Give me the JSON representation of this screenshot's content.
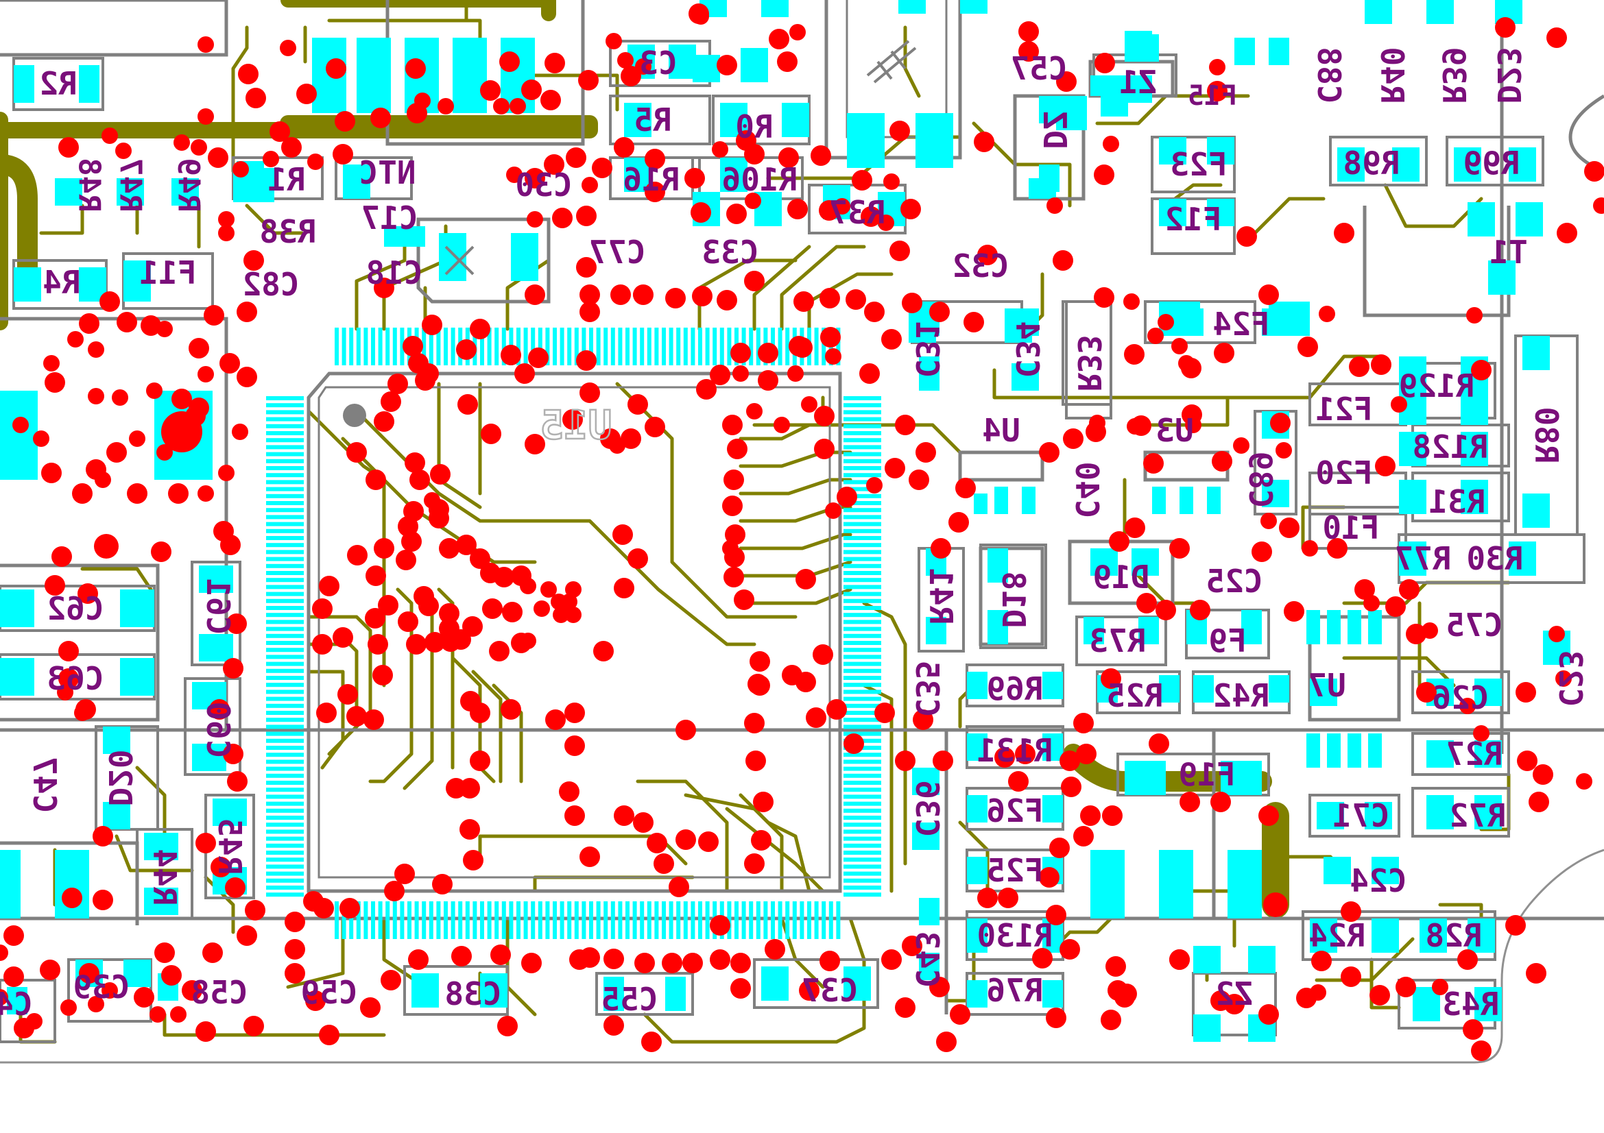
{
  "board": {
    "colors": {
      "background": "#ffffff",
      "trace": "#808000",
      "pad": "#00ffff",
      "via": "#ff0000",
      "silkscreen": "#808080",
      "designator": "#7a0f7a"
    }
  },
  "ic": {
    "designator": "U15"
  },
  "components": [
    {
      "id": "R2",
      "text": "R2"
    },
    {
      "id": "C3",
      "text": "C3"
    },
    {
      "id": "R5",
      "text": "R5"
    },
    {
      "id": "R0",
      "text": "R0"
    },
    {
      "id": "C57",
      "text": "C57"
    },
    {
      "id": "Z1",
      "text": "Z1"
    },
    {
      "id": "DZ",
      "text": "DZ"
    },
    {
      "id": "F15",
      "text": "F15"
    },
    {
      "id": "C88",
      "text": "C88"
    },
    {
      "id": "R40",
      "text": "R40"
    },
    {
      "id": "R39",
      "text": "R39"
    },
    {
      "id": "D23",
      "text": "D23"
    },
    {
      "id": "NTC",
      "text": "NTC"
    },
    {
      "id": "R1",
      "text": "R1"
    },
    {
      "id": "C30",
      "text": "C30"
    },
    {
      "id": "R16",
      "text": "R16"
    },
    {
      "id": "R106",
      "text": "R106"
    },
    {
      "id": "F23",
      "text": "F23"
    },
    {
      "id": "R98",
      "text": "R98"
    },
    {
      "id": "R99",
      "text": "R99"
    },
    {
      "id": "R48",
      "text": "R48"
    },
    {
      "id": "R47",
      "text": "R47"
    },
    {
      "id": "R49",
      "text": "R49"
    },
    {
      "id": "C17",
      "text": "C17"
    },
    {
      "id": "R38",
      "text": "R38"
    },
    {
      "id": "R37",
      "text": "R37"
    },
    {
      "id": "F12",
      "text": "F12"
    },
    {
      "id": "T1",
      "text": "T1"
    },
    {
      "id": "C18",
      "text": "C18"
    },
    {
      "id": "C77",
      "text": "C77"
    },
    {
      "id": "C33",
      "text": "C33"
    },
    {
      "id": "C32",
      "text": "C32"
    },
    {
      "id": "R4",
      "text": "R4"
    },
    {
      "id": "F11",
      "text": "F11"
    },
    {
      "id": "C82",
      "text": "C82"
    },
    {
      "id": "F24",
      "text": "F24"
    },
    {
      "id": "C31",
      "text": "C31"
    },
    {
      "id": "C34",
      "text": "C34"
    },
    {
      "id": "R33",
      "text": "R33"
    },
    {
      "id": "R129",
      "text": "R129"
    },
    {
      "id": "F21",
      "text": "F21"
    },
    {
      "id": "R128",
      "text": "R128"
    },
    {
      "id": "R80",
      "text": "R80"
    },
    {
      "id": "U4",
      "text": "U4"
    },
    {
      "id": "U3",
      "text": "U3"
    },
    {
      "id": "C40",
      "text": "C40"
    },
    {
      "id": "C89",
      "text": "C89"
    },
    {
      "id": "F20",
      "text": "F20"
    },
    {
      "id": "R31",
      "text": "R31"
    },
    {
      "id": "F10",
      "text": "F10"
    },
    {
      "id": "R41",
      "text": "R41"
    },
    {
      "id": "D18",
      "text": "D18"
    },
    {
      "id": "D19",
      "text": "D19"
    },
    {
      "id": "C25",
      "text": "C25"
    },
    {
      "id": "R30",
      "text": "R30"
    },
    {
      "id": "R77",
      "text": "R77"
    },
    {
      "id": "C62",
      "text": "C62"
    },
    {
      "id": "C61",
      "text": "C61"
    },
    {
      "id": "R73",
      "text": "R73"
    },
    {
      "id": "F9",
      "text": "F9"
    },
    {
      "id": "C75",
      "text": "C75"
    },
    {
      "id": "C63",
      "text": "C63"
    },
    {
      "id": "C35",
      "text": "C35"
    },
    {
      "id": "R69",
      "text": "R69"
    },
    {
      "id": "R25",
      "text": "R25"
    },
    {
      "id": "R42",
      "text": "R42"
    },
    {
      "id": "U7",
      "text": "U7"
    },
    {
      "id": "C26",
      "text": "C26"
    },
    {
      "id": "C23",
      "text": "C23"
    },
    {
      "id": "C60",
      "text": "C60"
    },
    {
      "id": "C47",
      "text": "C47"
    },
    {
      "id": "D20",
      "text": "D20"
    },
    {
      "id": "C36",
      "text": "C36"
    },
    {
      "id": "R131",
      "text": "R131"
    },
    {
      "id": "F19",
      "text": "F19"
    },
    {
      "id": "R27",
      "text": "R27"
    },
    {
      "id": "R45",
      "text": "R45"
    },
    {
      "id": "F26",
      "text": "F26"
    },
    {
      "id": "C71",
      "text": "C71"
    },
    {
      "id": "R72",
      "text": "R72"
    },
    {
      "id": "R44",
      "text": "R44"
    },
    {
      "id": "F25",
      "text": "F25"
    },
    {
      "id": "C24",
      "text": "C24"
    },
    {
      "id": "C43",
      "text": "C43"
    },
    {
      "id": "R130",
      "text": "R130"
    },
    {
      "id": "R28",
      "text": "R28"
    },
    {
      "id": "R24",
      "text": "R24"
    },
    {
      "id": "C39",
      "text": "C39"
    },
    {
      "id": "C58",
      "text": "C58"
    },
    {
      "id": "C59",
      "text": "C59"
    },
    {
      "id": "C38",
      "text": "C38"
    },
    {
      "id": "C55",
      "text": "C55"
    },
    {
      "id": "C37",
      "text": "C37"
    },
    {
      "id": "R76",
      "text": "R76"
    },
    {
      "id": "Z2",
      "text": "Z2"
    },
    {
      "id": "R43",
      "text": "R43"
    },
    {
      "id": "C4",
      "text": "C4"
    }
  ]
}
